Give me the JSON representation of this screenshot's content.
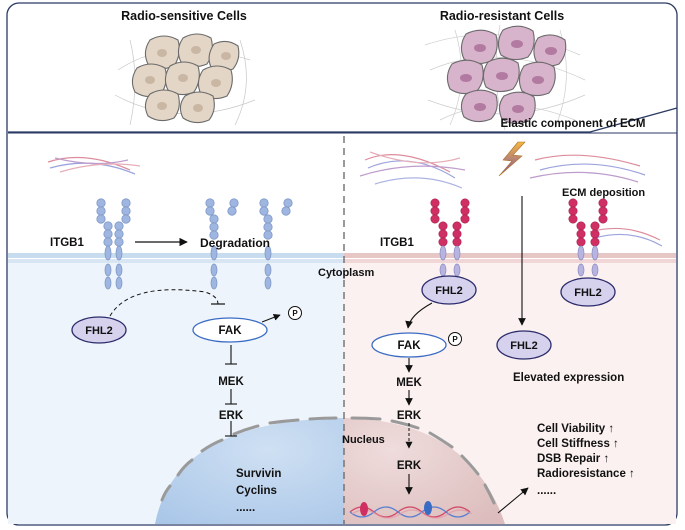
{
  "header": {
    "left_title": "Radio-sensitive Cells",
    "right_title": "Radio-resistant Cells",
    "ecm_banner": "Elastic component of ECM"
  },
  "left_panel": {
    "receptor_label": "ITGB1",
    "degradation_label": "Degradation",
    "fhl2_label": "FHL2",
    "fak_label": "FAK",
    "phospho_label": "P",
    "mek_label": "MEK",
    "erk_label": "ERK",
    "targets": [
      "Survivin",
      "Cyclins",
      "......"
    ]
  },
  "right_panel": {
    "receptor_label": "ITGB1",
    "ecm_deposition_label": "ECM deposition",
    "fhl2_bound_label": "FHL2",
    "fhl2_right_label": "FHL2",
    "fhl2_free_label": "FHL2",
    "elevated_label": "Elevated expression",
    "fak_label": "FAK",
    "phospho_label": "P",
    "mek_label": "MEK",
    "erk_label": "ERK",
    "erk_nuclear_label": "ERK",
    "outcomes": [
      "Cell Viability ↑",
      "Cell Stiffness ↑",
      "DSB Repair ↑",
      "Radioresistance ↑",
      "......"
    ]
  },
  "membrane": {
    "cytoplasm_label": "Cytoplasm",
    "nucleus_label": "Nucleus"
  },
  "colors": {
    "left_bg": "#eef4fb",
    "right_bg": "#fbf1f1",
    "membrane_left": "#c7dcef",
    "membrane_right": "#e7c6c6",
    "nucleus_left": "#b9d3ee",
    "nucleus_right": "#e6cfcf",
    "receptor_left": "#9fb6e0",
    "receptor_right": "#cf2f63",
    "fhl2_fill": "#d6d2ee",
    "cell_fill_sensitive": "#e3d6c6",
    "cell_fill_resistant": "#d7b3cc",
    "accent_border": "#2b3a63"
  }
}
